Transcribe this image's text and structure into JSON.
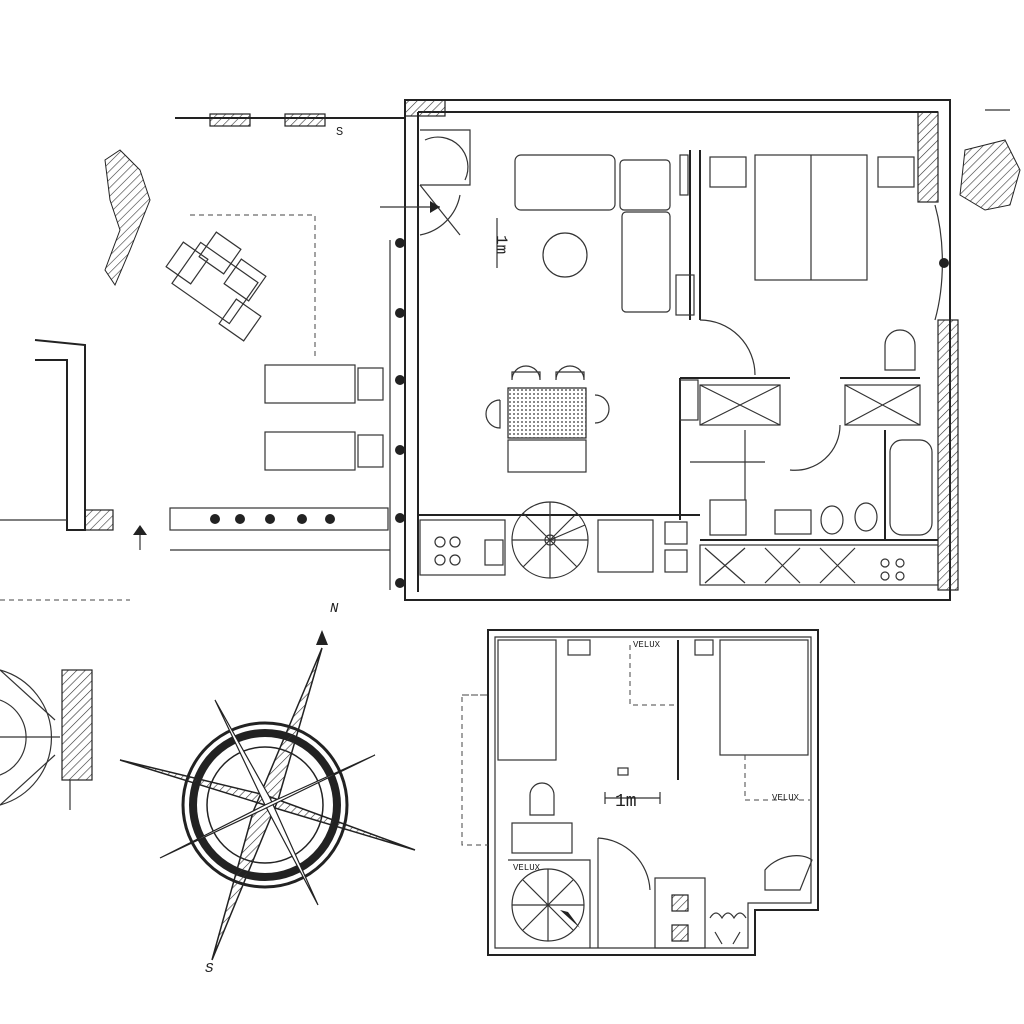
{
  "plan": {
    "ground_floor": {
      "scale_label": "1m",
      "entrance_label": "S"
    },
    "upper_floor": {
      "scale_label": "1m",
      "skylights": [
        "VELUX",
        "VELUX",
        "VELUX"
      ]
    },
    "compass": {
      "north_label": "N",
      "south_label": "S"
    }
  }
}
